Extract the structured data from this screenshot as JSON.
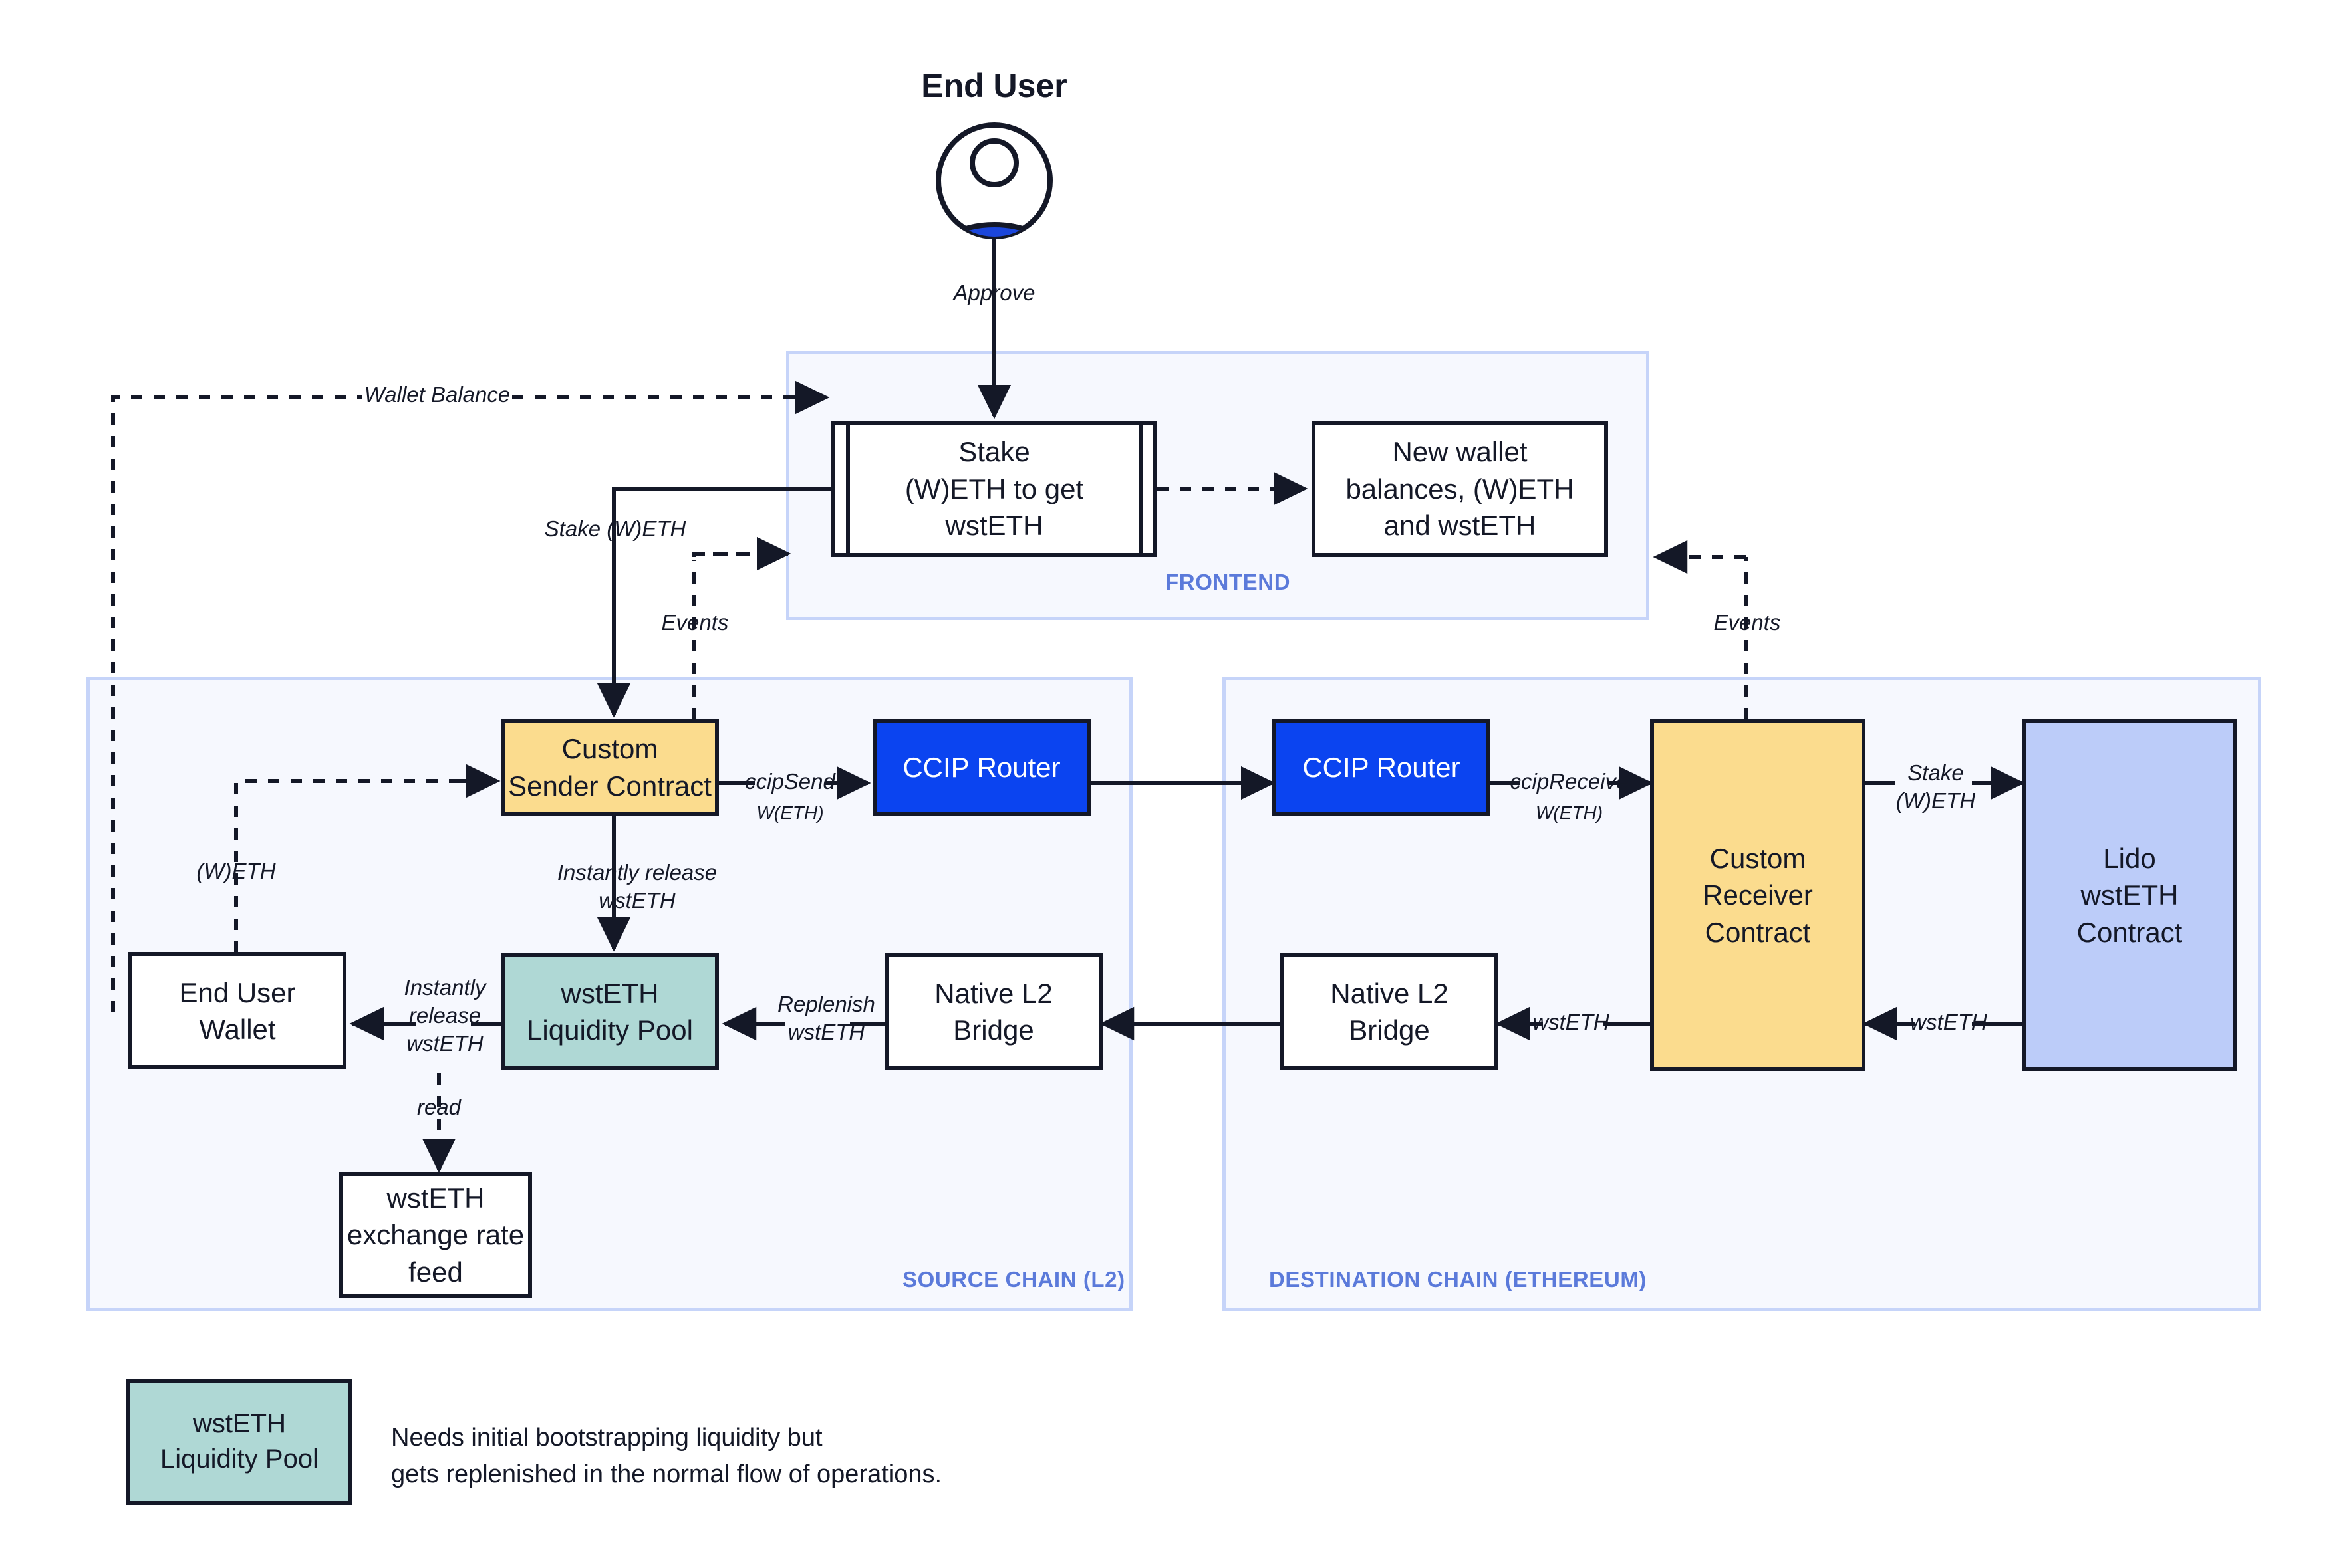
{
  "diagram": {
    "title": "End User",
    "actor": {
      "label": "End User",
      "icon": "user-avatar-icon"
    },
    "panels": [
      {
        "id": "frontend",
        "label": "FRONTEND"
      },
      {
        "id": "source",
        "label": "SOURCE CHAIN (L2)"
      },
      {
        "id": "destination",
        "label": "DESTINATION CHAIN (ETHEREUM)"
      }
    ],
    "nodes": [
      {
        "id": "stake_form",
        "label": "Stake\n(W)ETH to get\nwstETH",
        "shape": "subprocess",
        "fill": "#FFFFFF"
      },
      {
        "id": "new_balances",
        "label": "New wallet\nbalances, (W)ETH\nand wstETH",
        "shape": "rect",
        "fill": "#FFFFFF"
      },
      {
        "id": "sender_contract",
        "label": "Custom\nSender Contract",
        "shape": "rect",
        "fill": "#FBDC8E"
      },
      {
        "id": "ccip_router_src",
        "label": "CCIP Router",
        "shape": "rect",
        "fill": "#0B44F0"
      },
      {
        "id": "ccip_router_dst",
        "label": "CCIP Router",
        "shape": "rect",
        "fill": "#0B44F0"
      },
      {
        "id": "receiver_contract",
        "label": "Custom\nReceiver\nContract",
        "shape": "rect",
        "fill": "#FBDC8E"
      },
      {
        "id": "lido_contract",
        "label": "Lido\nwstETH\nContract",
        "shape": "rect",
        "fill": "#BCCCF9"
      },
      {
        "id": "end_user_wallet",
        "label": "End User\nWallet",
        "shape": "rect",
        "fill": "#FFFFFF"
      },
      {
        "id": "liquidity_pool",
        "label": "wstETH\nLiquidity Pool",
        "shape": "rect",
        "fill": "#AFD8D5"
      },
      {
        "id": "bridge_src",
        "label": "Native L2\nBridge",
        "shape": "rect",
        "fill": "#FFFFFF"
      },
      {
        "id": "bridge_dst",
        "label": "Native L2\nBridge",
        "shape": "rect",
        "fill": "#FFFFFF"
      },
      {
        "id": "rate_feed",
        "label": "wstETH\nexchange rate\nfeed",
        "shape": "rect",
        "fill": "#FFFFFF"
      }
    ],
    "edge_labels": [
      {
        "id": "approve",
        "text": "Approve"
      },
      {
        "id": "wallet_balance",
        "text": "Wallet Balance"
      },
      {
        "id": "stake_weth",
        "text": "Stake (W)ETH"
      },
      {
        "id": "events_left",
        "text": "Events"
      },
      {
        "id": "events_right",
        "text": "Events"
      },
      {
        "id": "weth",
        "text": "(W)ETH"
      },
      {
        "id": "ccip_send",
        "text": "ccipSend"
      },
      {
        "id": "ccip_send_token",
        "text": "W(ETH)"
      },
      {
        "id": "ccip_receive",
        "text": "ccipReceive"
      },
      {
        "id": "ccip_recv_token",
        "text": "W(ETH)"
      },
      {
        "id": "stake_weth_dst",
        "text": "Stake\n(W)ETH"
      },
      {
        "id": "wsteth_lido",
        "text": "wstETH"
      },
      {
        "id": "wsteth_bridge",
        "text": "wstETH"
      },
      {
        "id": "instant_release_pool",
        "text": "Instantly release\nwstETH"
      },
      {
        "id": "instant_release_wallet",
        "text": "Instantly\nrelease\nwstETH"
      },
      {
        "id": "replenish",
        "text": "Replenish\nwstETH"
      },
      {
        "id": "read",
        "text": "read"
      }
    ],
    "legend": {
      "swatch_label": "wstETH\nLiquidity Pool",
      "swatch_color": "#AFD8D5",
      "note": "Needs initial bootstrapping liquidity but\ngets replenished in the normal flow of operations."
    },
    "colors": {
      "stroke": "#141827",
      "panel_border": "#C6D4F9",
      "panel_fill": "#F6F8FE",
      "panel_label": "#5B7ADA",
      "yellow": "#FBDC8E",
      "teal": "#AFD8D5",
      "blue": "#0B44F0",
      "periwinkle": "#BCCCF9",
      "avatar_blue": "#1B46DB"
    }
  }
}
